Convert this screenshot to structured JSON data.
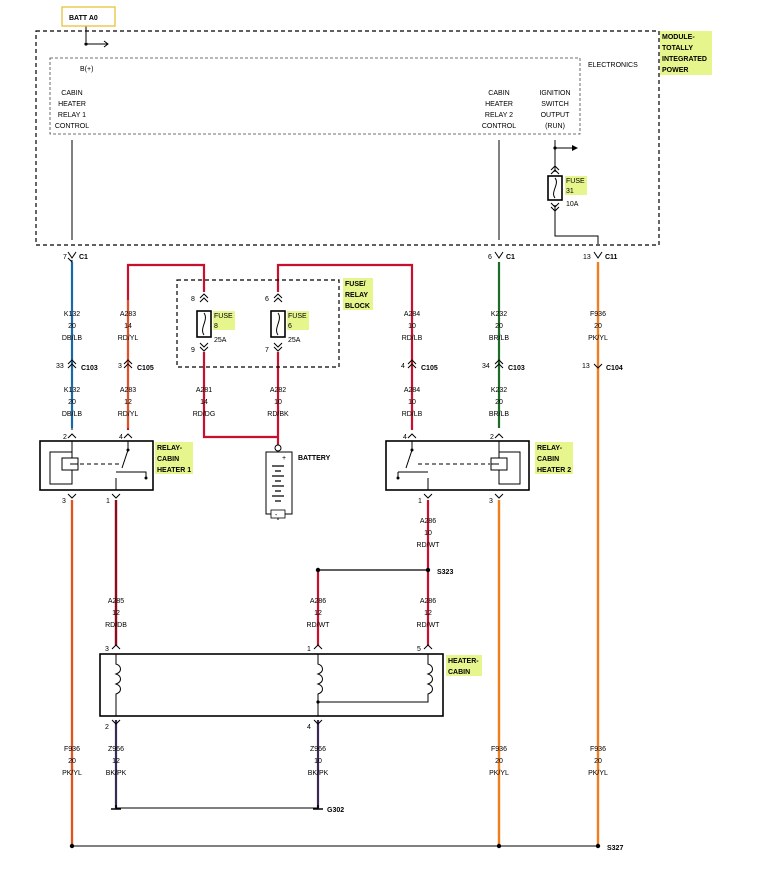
{
  "colors": {
    "orange": "#f07d1e",
    "red": "#c8102e",
    "dark_red": "#8b0d1c",
    "blue": "#1769aa",
    "green": "#1f6b2a",
    "purple": "#3b2a55",
    "black": "#000000",
    "highlight": "#e6f58c",
    "batt_box": "#e8c23a"
  },
  "batt": {
    "label": "BATT A0"
  },
  "module": {
    "title_lines": [
      "MODULE-",
      "TOTALLY",
      "INTEGRATED",
      "POWER"
    ],
    "electronics_label": "ELECTRONICS",
    "bplus": "B(+)",
    "relay1_control": [
      "CABIN",
      "HEATER",
      "RELAY 1",
      "CONTROL"
    ],
    "relay2_control": [
      "CABIN",
      "HEATER",
      "RELAY 2",
      "CONTROL"
    ],
    "ignition": [
      "IGNITION",
      "SWITCH",
      "OUTPUT",
      "(RUN)"
    ],
    "fuse31": {
      "label": "FUSE",
      "number": "31",
      "rating": "10A"
    }
  },
  "connectors": {
    "c1_left": {
      "pin": "7",
      "name": "C1"
    },
    "c1_right": {
      "pin": "6",
      "name": "C1"
    },
    "c11": {
      "pin": "13",
      "name": "C11"
    },
    "c103_left": {
      "pin": "33",
      "name": "C103"
    },
    "c105_left": {
      "pin": "3",
      "name": "C105"
    },
    "c105_right": {
      "pin": "4",
      "name": "C105"
    },
    "c103_right": {
      "pin": "34",
      "name": "C103"
    },
    "c104": {
      "pin": "13",
      "name": "C104"
    }
  },
  "fuse_block": {
    "title_lines": [
      "FUSE/",
      "RELAY",
      "BLOCK"
    ],
    "fuse8": {
      "label": "FUSE",
      "number": "8",
      "rating": "25A",
      "pin_top": "8",
      "pin_bottom": "9"
    },
    "fuse6": {
      "label": "FUSE",
      "number": "6",
      "rating": "25A",
      "pin_top": "6",
      "pin_bottom": "7"
    }
  },
  "wires": {
    "k132_top": [
      "K132",
      "20",
      "DB/LB"
    ],
    "a283_top": [
      "A283",
      "14",
      "RD/YL"
    ],
    "a284_top": [
      "A284",
      "10",
      "RD/LB"
    ],
    "k232_top": [
      "K232",
      "20",
      "BR/LB"
    ],
    "f936_top": [
      "F936",
      "20",
      "PK/YL"
    ],
    "k132_mid": [
      "K132",
      "20",
      "DB/LB"
    ],
    "a283_mid": [
      "A283",
      "12",
      "RD/YL"
    ],
    "a281": [
      "A281",
      "14",
      "RD/DG"
    ],
    "a282": [
      "A282",
      "10",
      "RD/BK"
    ],
    "a284_mid": [
      "A284",
      "10",
      "RD/LB"
    ],
    "k232_mid": [
      "K232",
      "20",
      "BR/LB"
    ],
    "a286_top": [
      "A286",
      "10",
      "RD/WT"
    ],
    "a285": [
      "A285",
      "12",
      "RD/DB"
    ],
    "a286_left": [
      "A286",
      "12",
      "RD/WT"
    ],
    "a286_right": [
      "A286",
      "12",
      "RD/WT"
    ],
    "f936_l": [
      "F936",
      "20",
      "PK/YL"
    ],
    "z966_12": [
      "Z966",
      "12",
      "BK/PK"
    ],
    "z966_10": [
      "Z966",
      "10",
      "BK/PK"
    ],
    "f936_m": [
      "F936",
      "20",
      "PK/YL"
    ],
    "f936_r": [
      "F936",
      "20",
      "PK/YL"
    ]
  },
  "relay1": {
    "title_lines": [
      "RELAY-",
      "CABIN",
      "HEATER 1"
    ],
    "pin_coil": "2",
    "pin_switch": "4",
    "pin_out_left": "3",
    "pin_out_right": "1"
  },
  "relay2": {
    "title_lines": [
      "RELAY-",
      "CABIN",
      "HEATER 2"
    ],
    "pin_coil": "2",
    "pin_switch": "4",
    "pin_out_left": "1",
    "pin_out_right": "3"
  },
  "battery": {
    "label": "BATTERY"
  },
  "splices": {
    "s323": "S323",
    "s327": "S327"
  },
  "ground": {
    "g302": "G302"
  },
  "heater": {
    "title_lines": [
      "HEATER-",
      "CABIN"
    ],
    "pin3": "3",
    "pin1": "1",
    "pin5": "5",
    "pin2": "2",
    "pin4": "4"
  }
}
